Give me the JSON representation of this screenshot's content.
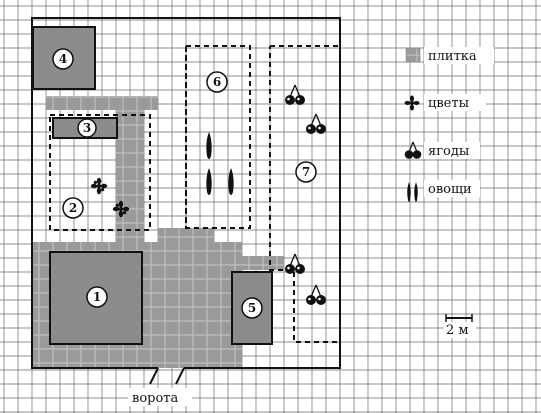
{
  "legend": {
    "tile": "плитка",
    "flowers": "цветы",
    "berries": "ягоды",
    "vegetables": "овощи"
  },
  "objects": {
    "obj1": "1",
    "obj2": "2",
    "obj3": "3",
    "obj4": "4",
    "obj5": "5",
    "obj6": "6",
    "obj7": "7"
  },
  "gate_label": "ворота",
  "scale_label": "2 м",
  "colors": {
    "grid": "#6a6a6a",
    "tile": "#9a9a9a",
    "building": "#8c8c8c",
    "ink": "#111111"
  }
}
